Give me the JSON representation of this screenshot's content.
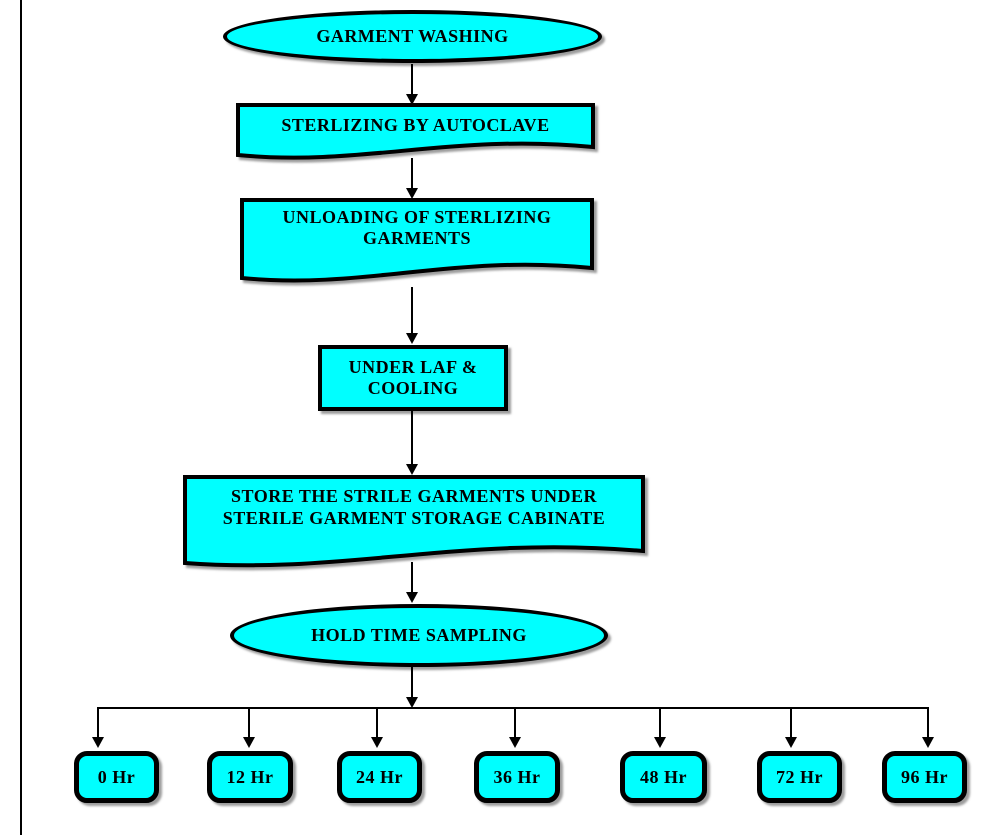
{
  "colors": {
    "shape_fill": "#00ffff",
    "shape_border": "#000000",
    "text": "#000000",
    "shadow": "#8c8c8c"
  },
  "flowchart": {
    "nodes": [
      {
        "id": "garment-washing",
        "shape": "ellipse",
        "label": "GARMENT WASHING",
        "lines": [
          "GARMENT WASHING"
        ]
      },
      {
        "id": "sterlizing-by-autoclave",
        "shape": "wave",
        "label": "STERLIZING BY AUTOCLAVE",
        "lines": [
          "STERLIZING BY AUTOCLAVE"
        ]
      },
      {
        "id": "unloading-of-sterlizing-garments",
        "shape": "wave",
        "label": "UNLOADING OF STERLIZING GARMENTS",
        "lines": [
          "UNLOADING OF STERLIZING",
          "GARMENTS"
        ]
      },
      {
        "id": "under-laf-cooling",
        "shape": "rect",
        "label": "UNDER LAF & COOLING",
        "lines": [
          "UNDER LAF &",
          "COOLING"
        ]
      },
      {
        "id": "store-sterile-garments",
        "shape": "wave",
        "label": "STORE THE STRILE GARMENTS UNDER STERILE GARMENT STORAGE CABINATE",
        "lines": [
          "STORE THE STRILE GARMENTS UNDER",
          "STERILE GARMENT STORAGE CABINATE"
        ]
      },
      {
        "id": "hold-time-sampling",
        "shape": "ellipse",
        "label": "HOLD TIME SAMPLING",
        "lines": [
          "HOLD TIME SAMPLING"
        ]
      }
    ],
    "hold_times": [
      "0 Hr",
      "12 Hr",
      "24 Hr",
      "36 Hr",
      "48 Hr",
      "72 Hr",
      "96 Hr"
    ]
  }
}
